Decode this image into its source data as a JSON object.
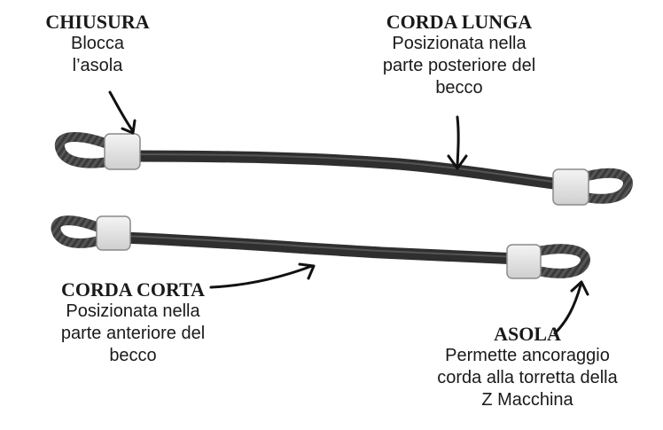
{
  "labels": {
    "chiusura": {
      "title": "CHIUSURA",
      "lines": [
        "Blocca",
        "l’asola"
      ]
    },
    "corda_lunga": {
      "title": "CORDA LUNGA",
      "lines": [
        "Posizionata nella",
        "parte posteriore del",
        "becco"
      ]
    },
    "corda_corta": {
      "title": "CORDA CORTA",
      "lines": [
        "Posizionata nella",
        "parte anteriore del",
        "becco"
      ]
    },
    "asola": {
      "title": "ASOLA",
      "lines": [
        "Permette ancoraggio",
        "corda alla torretta della",
        "Z Macchina"
      ]
    }
  },
  "colors": {
    "rope": "#3a3a3a",
    "rope_highlight": "#6e6e6e",
    "clip": "#e6e6e6",
    "clip_edge": "#8a8a8a",
    "arrow": "#111111"
  },
  "icons": [
    "rope-long",
    "rope-short",
    "clip",
    "arrow"
  ]
}
